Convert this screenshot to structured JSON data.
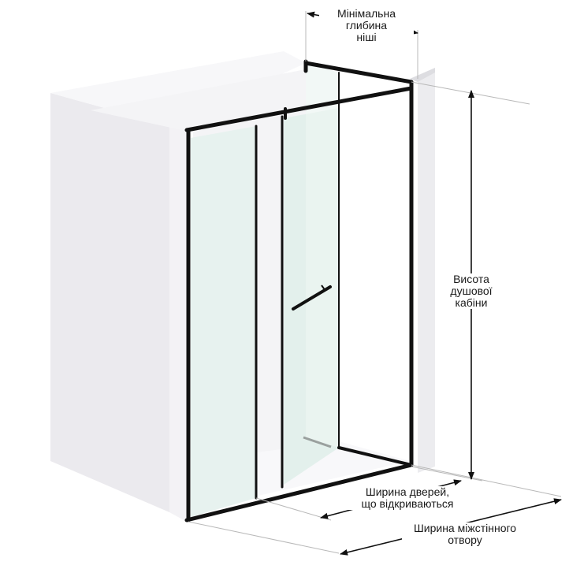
{
  "labels": {
    "min_depth": [
      "Мінімальна",
      "глибина",
      "ніші"
    ],
    "cabin_height": [
      "Висота",
      "душової",
      "кабіни"
    ],
    "door_width": [
      "Ширина дверей,",
      "що відкриваються"
    ],
    "opening_width": [
      "Ширина міжстінного",
      "отвору"
    ]
  },
  "colors": {
    "wall": "#f0eff2",
    "wall_shade": "#e3e2e6",
    "glass": "#e9f3f0",
    "frame": "#111111",
    "dimension_line": "#111111",
    "extension_line": "#bdbdbd"
  }
}
